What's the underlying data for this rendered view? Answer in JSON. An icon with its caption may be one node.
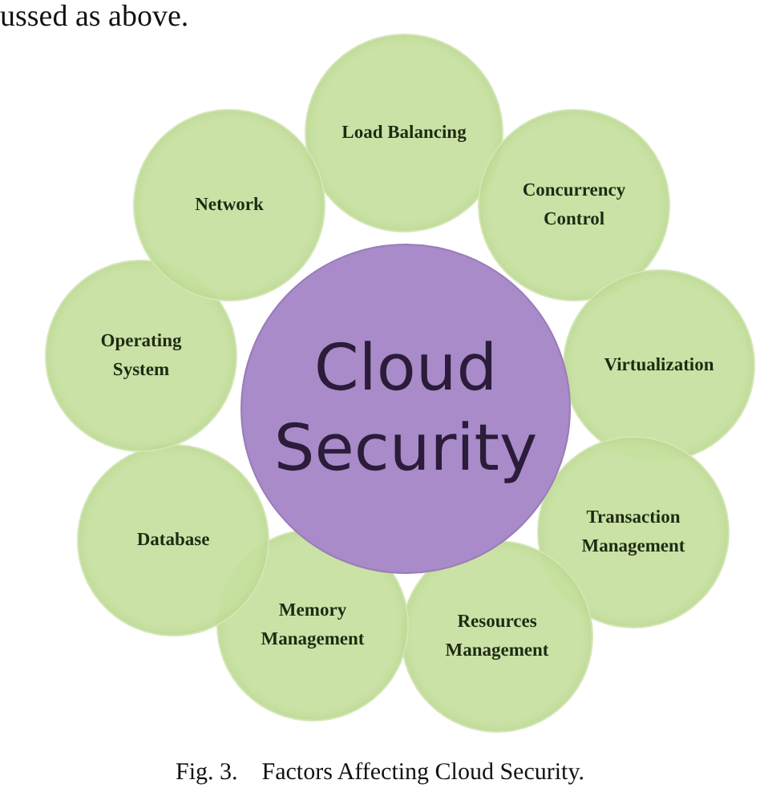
{
  "diagram": {
    "caption": "Fig. 3.    Factors Affecting Cloud Security.",
    "nodes": [
      {
        "text": [
          "Cloud Security"
        ]
      },
      {
        "text": [
          "Load Balancing"
        ]
      },
      {
        "text": [
          "Concurrency Control"
        ]
      },
      {
        "text": [
          "Virtualization"
        ]
      },
      {
        "text": [
          "Transaction Management"
        ]
      },
      {
        "text": [
          "Resources Management"
        ]
      },
      {
        "text": [
          "Memory Management"
        ]
      },
      {
        "text": [
          "Database"
        ]
      },
      {
        "text": [
          "Operating System"
        ]
      },
      {
        "text": [
          "Network"
        ]
      }
    ],
    "labels": [
      "ussed as above."
    ]
  }
}
